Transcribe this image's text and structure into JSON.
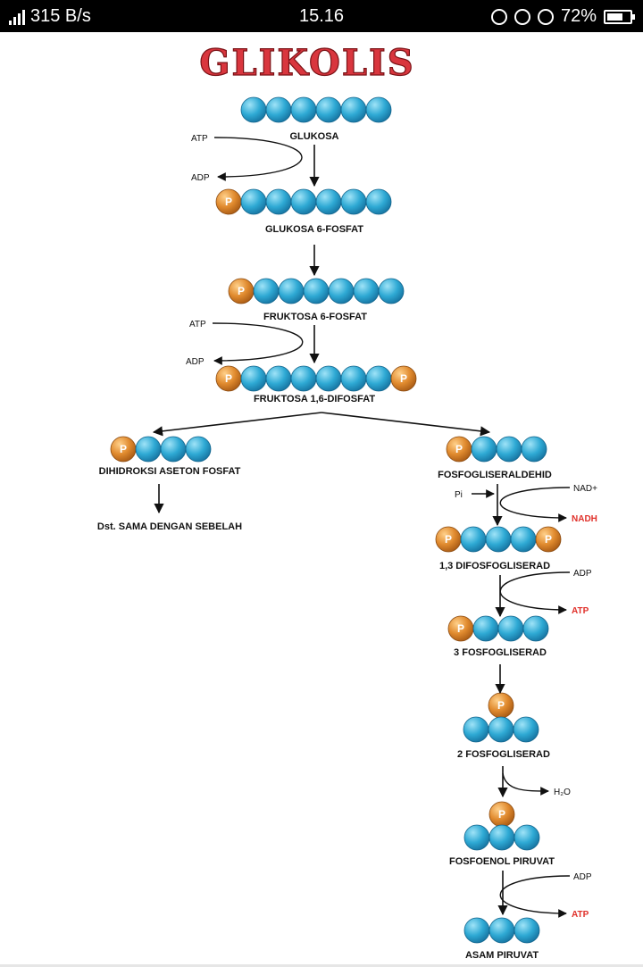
{
  "status_bar": {
    "network_speed": "315 B/s",
    "time": "15.16",
    "battery_percent": "72%",
    "battery_level": 0.72
  },
  "diagram": {
    "title": "GLIKOLIS",
    "colors": {
      "bead": "#2ea9d4",
      "phosphate": "#e08a2e",
      "title": "#d9363e",
      "highlight": "#e0302a",
      "text": "#111111"
    },
    "molecules": {
      "glukosa": "GLUKOSA",
      "glukosa_6_fosfat": "GLUKOSA 6-FOSFAT",
      "fruktosa_6_fosfat": "FRUKTOSA 6-FOSFAT",
      "fruktosa_16_difosfat": "FRUKTOSA 1,6-DIFOSFAT",
      "dihidroksi_aseton_fosfat": "DIHIDROKSI ASETON FOSFAT",
      "fosfogliseraldehid": "FOSFOGLISERALDEHID",
      "difosfogliserad_13": "1,3 DIFOSFOGLISERAD",
      "fosfogliserad_3": "3 FOSFOGLISERAD",
      "fosfogliserad_2": "2 FOSFOGLISERAD",
      "fosfoenol_piruvat": "FOSFOENOL PIRUVAT",
      "asam_piruvat": "ASAM PIRUVAT"
    },
    "note": "Dst. SAMA DENGAN SEBELAH",
    "cofactors": {
      "atp_in_1": "ATP",
      "adp_out_1": "ADP",
      "atp_in_2": "ATP",
      "adp_out_2": "ADP",
      "pi_in": "Pi",
      "nad_in": "NAD+",
      "nadh_out": "NADH",
      "adp_in_1": "ADP",
      "atp_out_1": "ATP",
      "h2o_out": "H₂O",
      "adp_in_2": "ADP",
      "atp_out_2": "ATP"
    },
    "phosphate_symbol": "P"
  }
}
